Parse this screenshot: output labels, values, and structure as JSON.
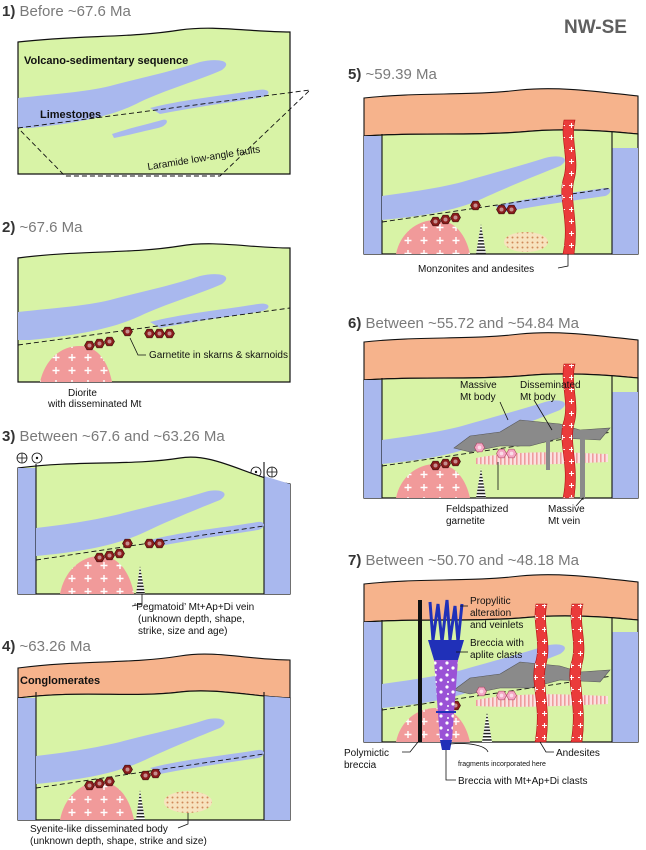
{
  "orientation": "NW-SE",
  "colors": {
    "sedimentary": "#d8f3a6",
    "limestone": "#a9b8ee",
    "conglomerate": "#f6b38c",
    "diorite": "#f19a9a",
    "andesite": "#ea3b3b",
    "magnetite": "#8a8a8a",
    "garnetite": "#8a1c1c",
    "breccia": "#9a52d6"
  },
  "panels": [
    {
      "num": "1)",
      "title": "Before ~67.6 Ma",
      "labels": {
        "volcano": "Volcano-sedimentary sequence",
        "limestones": "Limestones",
        "faults": "Laramide low-angle faults"
      }
    },
    {
      "num": "2)",
      "title": "~67.6 Ma",
      "labels": {
        "garnetite": "Garnetite in skarns & skarnoids",
        "diorite": "Diorite",
        "diorite_sub": "with disseminated Mt"
      }
    },
    {
      "num": "3)",
      "title": "Between ~67.6 and ~63.26 Ma",
      "labels": {
        "vein_1": "‘Pegmatoid’ Mt+Ap+Di vein",
        "vein_2": "(unknown depth, shape,",
        "vein_3": "strike, size and age)"
      }
    },
    {
      "num": "4)",
      "title": "~63.26 Ma",
      "labels": {
        "conglomerates": "Conglomerates",
        "syenite_1": "Syenite-like disseminated body",
        "syenite_2": "(unknown depth, shape, strike and size)"
      }
    },
    {
      "num": "5)",
      "title": "~59.39 Ma",
      "labels": {
        "monzonites": "Monzonites and andesites"
      }
    },
    {
      "num": "6)",
      "title": "Between ~55.72 and ~54.84 Ma",
      "labels": {
        "massive_1": "Massive",
        "massive_2": "Mt body",
        "dissem_1": "Disseminated",
        "dissem_2": "Mt body",
        "feld_1": "Feldspathized",
        "feld_2": "garnetite",
        "vein_1": "Massive",
        "vein_2": "Mt vein"
      }
    },
    {
      "num": "7)",
      "title": "Between ~50.70 and ~48.18 Ma",
      "labels": {
        "prop_1": "Propylitic",
        "prop_2": "alteration",
        "prop_3": "and veinlets",
        "aplite_1": "Breccia with",
        "aplite_2": "aplite clasts",
        "fragments": "fragments incorporated here",
        "andesites": "Andesites",
        "poly_1": "Polymictic",
        "poly_2": "breccia",
        "mt_clasts": "Breccia with Mt+Ap+Di clasts"
      }
    }
  ]
}
